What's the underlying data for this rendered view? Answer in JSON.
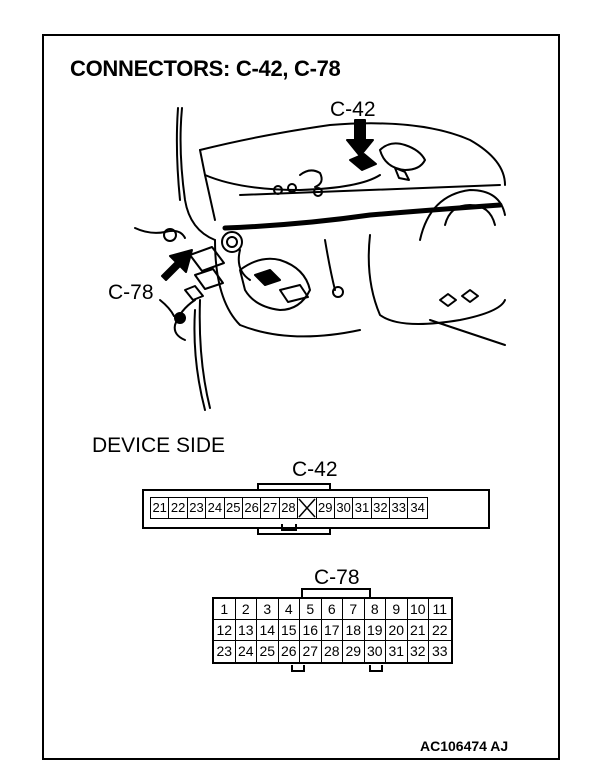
{
  "title": "CONNECTORS: C-42, C-78",
  "callouts": {
    "c42": "C-42",
    "c78": "C-78"
  },
  "device_side_label": "DEVICE SIDE",
  "connector_c42": {
    "label": "C-42",
    "pins": [
      "21",
      "22",
      "23",
      "24",
      "25",
      "26",
      "27",
      "28",
      "",
      "29",
      "30",
      "31",
      "32",
      "33",
      "34"
    ]
  },
  "connector_c78": {
    "label": "C-78",
    "rows": [
      [
        "1",
        "2",
        "3",
        "4",
        "5",
        "6",
        "7",
        "8",
        "9",
        "10",
        "11"
      ],
      [
        "12",
        "13",
        "14",
        "15",
        "16",
        "17",
        "18",
        "19",
        "20",
        "21",
        "22"
      ],
      [
        "23",
        "24",
        "25",
        "26",
        "27",
        "28",
        "29",
        "30",
        "31",
        "32",
        "33"
      ]
    ]
  },
  "figure_code": "AC106474 AJ"
}
